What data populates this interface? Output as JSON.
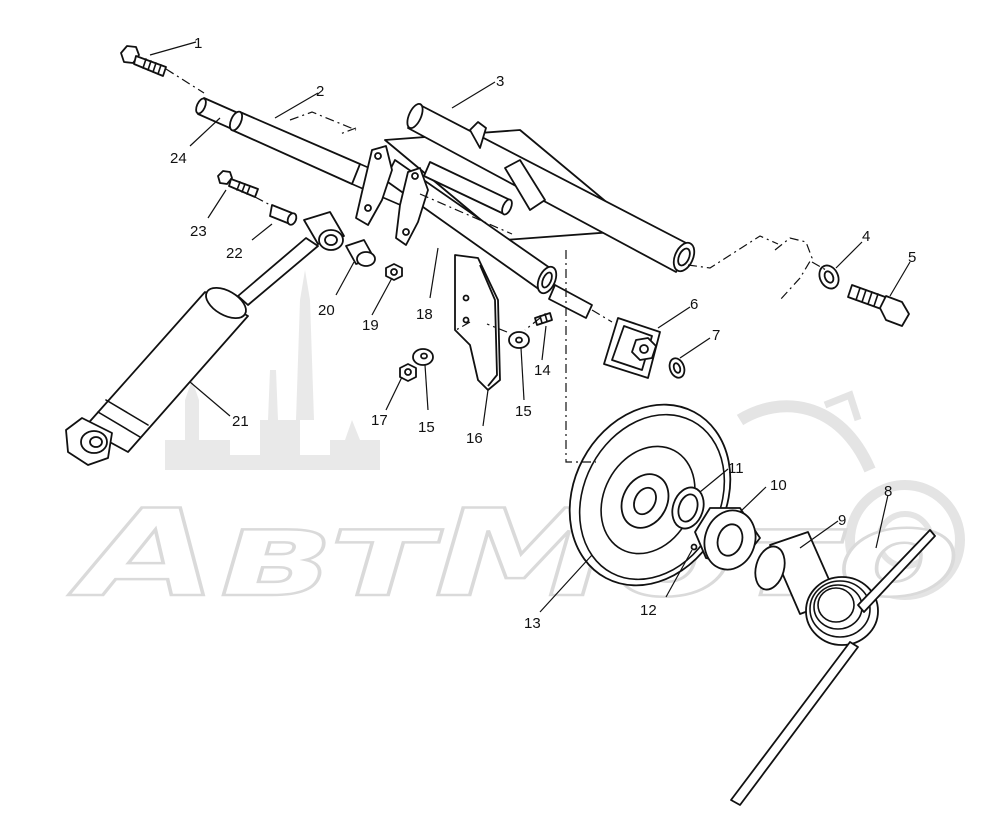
{
  "watermark": {
    "text": "АвтМото"
  },
  "callouts": {
    "c1": "1",
    "c2": "2",
    "c3": "3",
    "c4": "4",
    "c5": "5",
    "c6": "6",
    "c7": "7",
    "c8": "8",
    "c9": "9",
    "c10": "10",
    "c11": "11",
    "c12": "12",
    "c13": "13",
    "c14": "14",
    "c15a": "15",
    "c15b": "15",
    "c16": "16",
    "c17": "17",
    "c18": "18",
    "c19": "19",
    "c20": "20",
    "c21": "21",
    "c22": "22",
    "c23": "23",
    "c24": "24"
  }
}
